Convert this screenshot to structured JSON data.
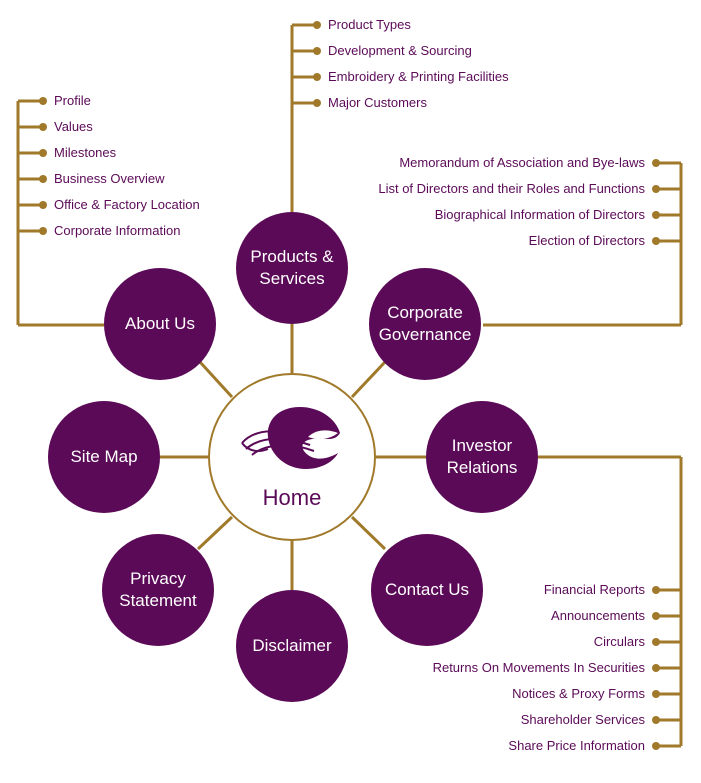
{
  "home": {
    "label": "Home",
    "logo_icon": "company-logo-icon"
  },
  "nodes": {
    "about_us": "About Us",
    "products_services": "Products & Services",
    "corporate_governance": "Corporate Governance",
    "site_map": "Site Map",
    "investor_relations": "Investor Relations",
    "privacy_statement": "Privacy Statement",
    "disclaimer": "Disclaimer",
    "contact_us": "Contact Us"
  },
  "about_us_links": [
    "Profile",
    "Values",
    "Milestones",
    "Business Overview",
    "Office & Factory Location",
    "Corporate Information"
  ],
  "products_links": [
    "Product Types",
    "Development & Sourcing",
    "Embroidery & Printing Facilities",
    "Major Customers"
  ],
  "governance_links": [
    "Memorandum of Association and Bye-laws",
    "List of Directors and their Roles and Functions",
    "Biographical Information of Directors",
    "Election of Directors"
  ],
  "investor_links": [
    "Financial Reports",
    "Announcements",
    "Circulars",
    "Returns On Movements In Securities",
    "Notices & Proxy Forms",
    "Shareholder Services",
    "Share Price Information"
  ],
  "colors": {
    "node": "#5b0a57",
    "line": "#a07a2a",
    "text": "#5b0a57"
  }
}
